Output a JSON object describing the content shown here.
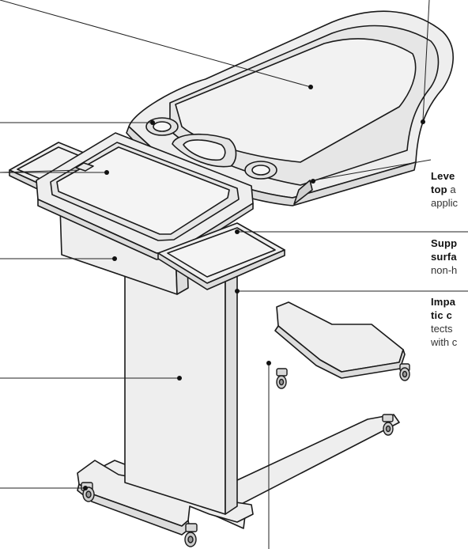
{
  "callouts": {
    "lever": {
      "bold_line1": "Leve",
      "bold_line2": "top",
      "line2_rest": " a",
      "line3": "applic"
    },
    "support": {
      "bold_line1": "Supp",
      "bold_line2": "surfa",
      "line3": "non-h"
    },
    "impact": {
      "bold_line1": "Impa",
      "bold_line2": "tic c",
      "line3": "tects",
      "line4": "with c"
    }
  },
  "colors": {
    "surface_fill": "#eeeeee",
    "outline": "#1a1a1a",
    "leader_line": "#222222",
    "background": "#ffffff"
  }
}
